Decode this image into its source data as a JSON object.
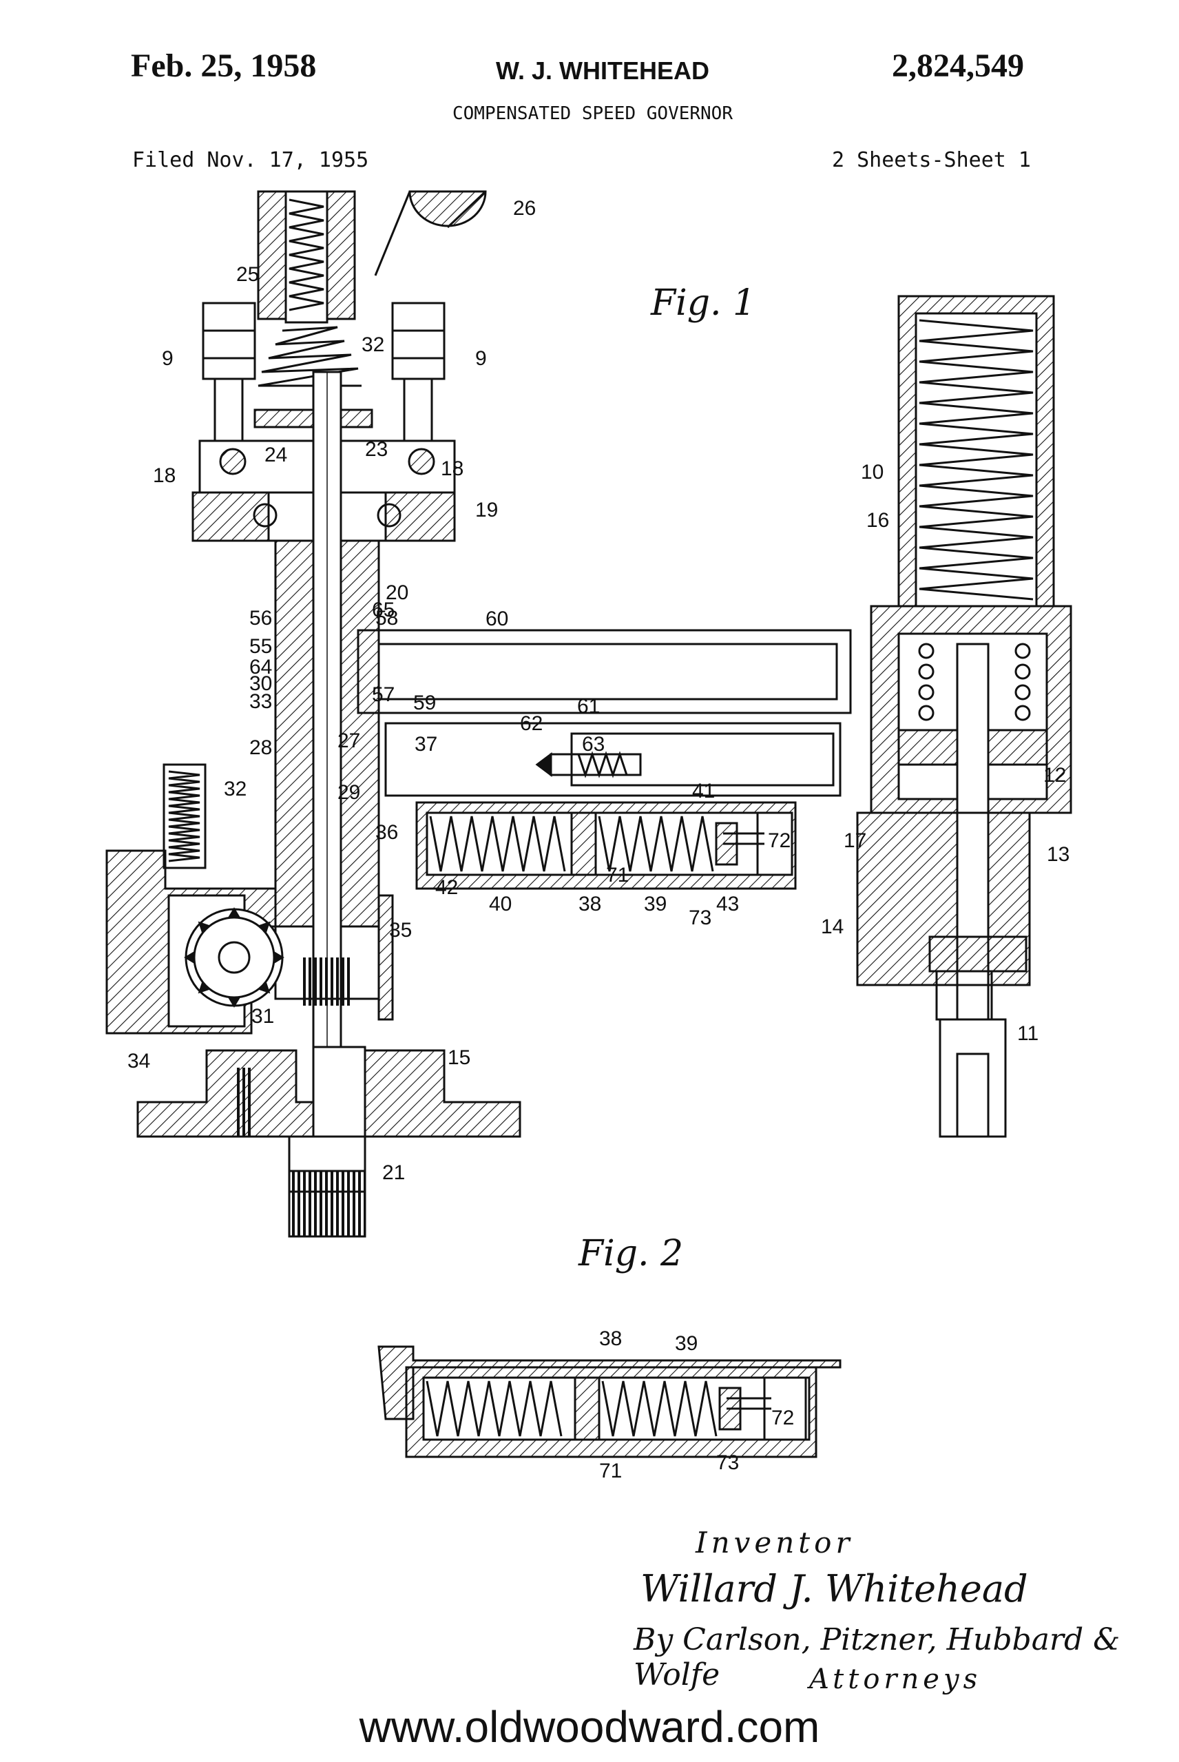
{
  "header": {
    "date": "Feb. 25, 1958",
    "inventor": "W. J. WHITEHEAD",
    "patent_number": "2,824,549",
    "title": "COMPENSATED SPEED GOVERNOR",
    "filed": "Filed Nov. 17, 1955",
    "sheets": "2 Sheets-Sheet 1"
  },
  "figures": {
    "fig1_label": "Fig. 1",
    "fig2_label": "Fig. 2"
  },
  "reference_numerals": {
    "fig1": [
      "26",
      "25",
      "9",
      "32",
      "9",
      "18",
      "24",
      "23",
      "18",
      "19",
      "20",
      "65",
      "56",
      "58",
      "55",
      "64",
      "30",
      "33",
      "57",
      "59",
      "28",
      "27",
      "37",
      "32",
      "29",
      "36",
      "60",
      "61",
      "62",
      "63",
      "41",
      "72",
      "17",
      "38",
      "71",
      "39",
      "73",
      "43",
      "42",
      "40",
      "35",
      "34",
      "31",
      "15",
      "21",
      "10",
      "16",
      "12",
      "13",
      "14",
      "11"
    ],
    "fig2": [
      "38",
      "39",
      "72",
      "71",
      "73"
    ]
  },
  "signature": {
    "inventor_heading": "Inventor",
    "inventor_name": "Willard J. Whitehead",
    "attorneys_line": "By Carlson, Pitzner, Hubbard & Wolfe",
    "attorneys_heading": "Attorneys"
  },
  "footer": {
    "website": "www.oldwoodward.com"
  }
}
